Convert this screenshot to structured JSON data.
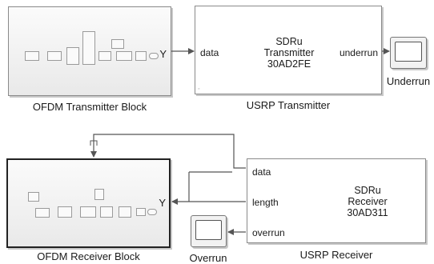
{
  "tx_subsystem": {
    "caption": "OFDM Transmitter Block",
    "out_port": "Y"
  },
  "usrp_tx": {
    "line1": "SDRu",
    "line2": "Transmitter",
    "line3": "30AD2FE",
    "in_port": "data",
    "out_port": "underrun",
    "caption": "USRP Transmitter"
  },
  "underrun_scope": {
    "caption": "Underrun"
  },
  "rx_subsystem": {
    "caption": "OFDM Receiver Block",
    "out_port": "Y"
  },
  "usrp_rx": {
    "line1": "SDRu",
    "line2": "Receiver",
    "line3": "30AD311",
    "ports": [
      "data",
      "length",
      "overrun"
    ],
    "caption": "USRP Receiver"
  },
  "overrun_scope": {
    "caption": "Overrun"
  },
  "colors": {
    "wire": "#555555",
    "block_border": "#8a8a8a",
    "subsystem_fill": "#eeeeee"
  }
}
